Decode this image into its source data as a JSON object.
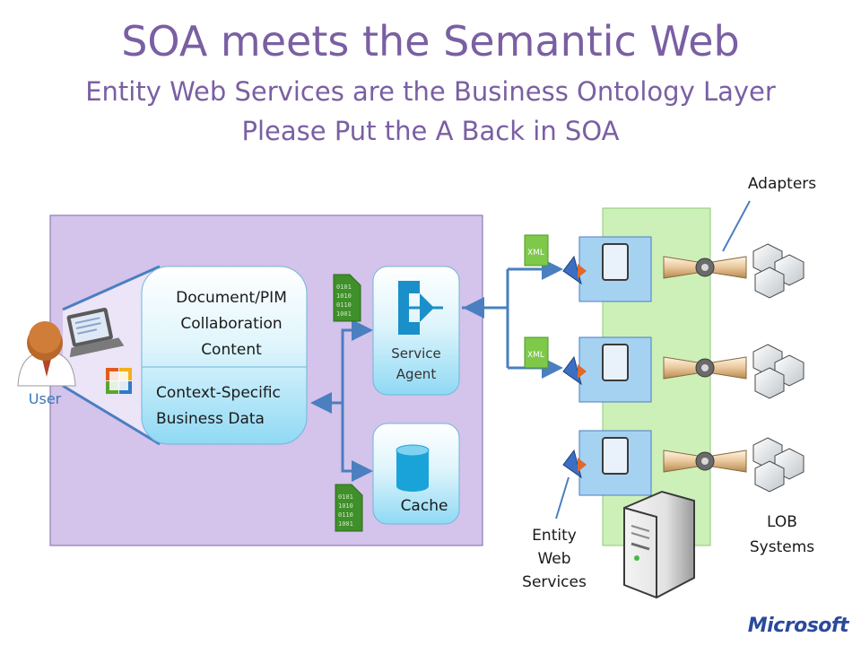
{
  "title": "SOA meets the Semantic Web",
  "subtitle1": "Entity Web Services are the Business Ontology Layer",
  "subtitle2": "Please Put the A Back in SOA",
  "labels": {
    "user": "User",
    "doc_pim": [
      "Document/PIM",
      "Collaboration",
      "Content"
    ],
    "context": [
      "Context-Specific",
      "Business Data"
    ],
    "service_agent": [
      "Service",
      "Agent"
    ],
    "cache": "Cache",
    "adapters": "Adapters",
    "entity_ws": [
      "Entity",
      "Web",
      "Services"
    ],
    "lob": [
      "LOB",
      "Systems"
    ],
    "xml": "XML"
  },
  "logo_text": "Microsoft",
  "colors": {
    "title": "#7a5fa3",
    "client_panel": "#d4c3ea",
    "box_gradient_top": "#ffffff",
    "box_gradient_bottom": "#8fd9f4",
    "service_panel": "#cdf0b8",
    "arrow": "#4a7fc0"
  }
}
